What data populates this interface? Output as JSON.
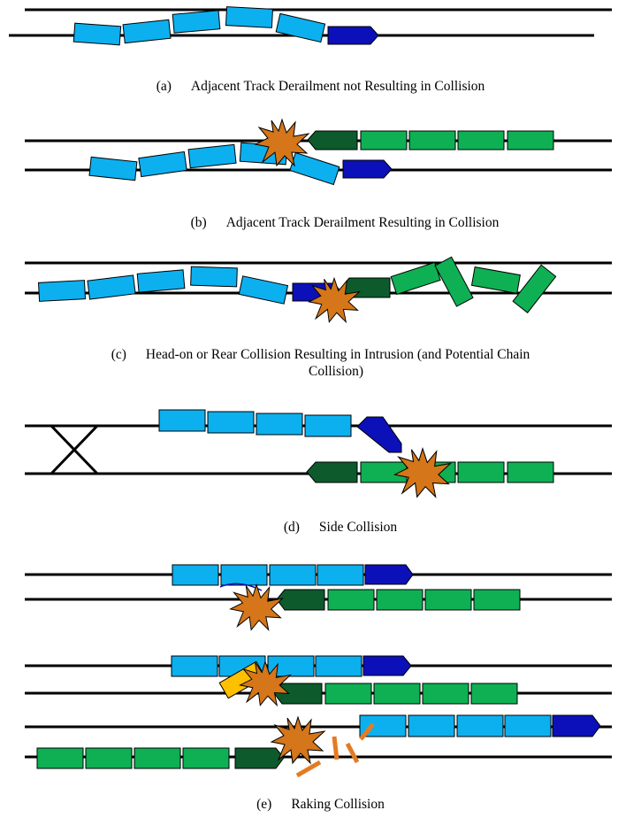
{
  "colors": {
    "rail": "#000000",
    "train_a_car": "#0cb0ef",
    "train_a_loco": "#0c10b8",
    "train_b_car": "#0eb053",
    "train_b_loco": "#0d5a2c",
    "explosion": "#d47619",
    "derailed_car": "#ffc000",
    "debris": "#e47b22"
  },
  "icons": {
    "collision": "explosion-burst-icon",
    "crossover": "track-crossover-icon",
    "debris": "debris-icon"
  },
  "scenarios": [
    {
      "id": "a",
      "label": "(a)",
      "title": "Adjacent Track Derailment not Resulting in Collision"
    },
    {
      "id": "b",
      "label": "(b)",
      "title": "Adjacent Track Derailment Resulting in Collision"
    },
    {
      "id": "c",
      "label": "(c)",
      "title": "Head-on or Rear Collision Resulting in Intrusion (and Potential Chain",
      "title_line2": "Collision)"
    },
    {
      "id": "d",
      "label": "(d)",
      "title": "Side Collision"
    },
    {
      "id": "e",
      "label": "(e)",
      "title": "Raking Collision"
    }
  ]
}
